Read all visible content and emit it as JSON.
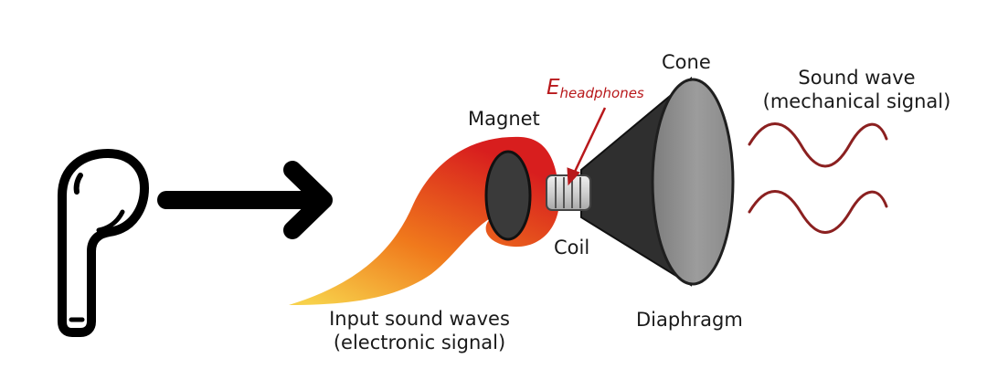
{
  "diagram": {
    "labels": {
      "cone": "Cone",
      "magnet": "Magnet",
      "coil": "Coil",
      "diaphragm": "Diaphragm",
      "input_line1": "Input sound waves",
      "input_line2": "(electronic signal)",
      "sound_line1": "Sound wave",
      "sound_line2": "(mechanical signal)",
      "e_symbol": "E",
      "e_subscript": "headphones"
    },
    "icons": {
      "earbud": "earbud-icon",
      "arrow": "arrow-right-icon"
    },
    "colors": {
      "accent_red": "#b8181b",
      "flame_red": "#d81e1e",
      "flame_orange": "#f07a1c",
      "flame_yellow": "#f7d04a",
      "cone_dark": "#2f2f2f",
      "diaphragm_gray": "#8e8e8e",
      "wave_red": "#8b2020"
    }
  }
}
